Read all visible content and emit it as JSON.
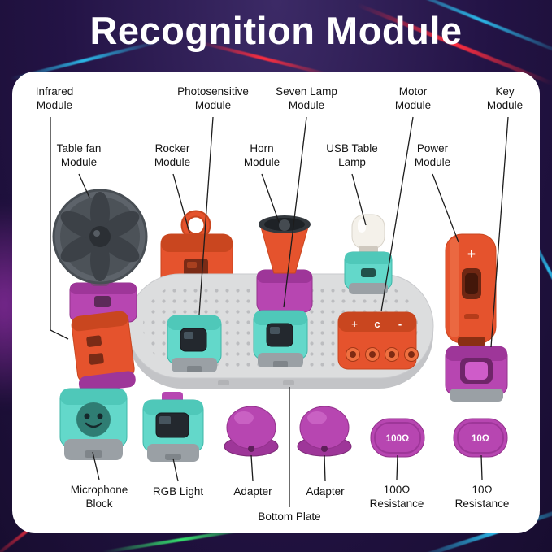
{
  "title": "Recognition Module",
  "callout_labels": {
    "infrared": "Infrared\nModule",
    "photosensitive": "Photosensitive\nModule",
    "seven_lamp": "Seven Lamp\nModule",
    "motor": "Motor\nModule",
    "key": "Key\nModule",
    "table_fan": "Table fan\nModule",
    "rocker": "Rocker\nModule",
    "horn": "Horn\nModule",
    "usb_table_lamp": "USB Table\nLamp",
    "power": "Power\nModule",
    "microphone": "Microphone\nBlock",
    "rgb_light": "RGB Light",
    "adapter_1": "Adapter",
    "adapter_2": "Adapter",
    "resistance_100": "100Ω\nResistance",
    "resistance_10": "10Ω\nResistance",
    "bottom_plate": "Bottom Plate"
  },
  "part_markings": {
    "terminal_plus": "+",
    "terminal_c": "c",
    "terminal_minus": "-",
    "power_plus": "+",
    "res100": "100Ω",
    "res10": "10Ω"
  },
  "colors": {
    "background": "#231345",
    "card": "#ffffff",
    "line": "#1c1c1c",
    "orange": "#e5532d",
    "orange_dark": "#c9461f",
    "teal": "#63d8ca",
    "teal_dark": "#4fc8b9",
    "magenta": "#b746b1",
    "magenta_dark": "#9e3699",
    "plate": "#dcddde",
    "base_gray": "#9aa0a5",
    "streak_red": "#ff2d3e",
    "streak_blue": "#2bb7e8",
    "streak_green": "#35e06e"
  }
}
